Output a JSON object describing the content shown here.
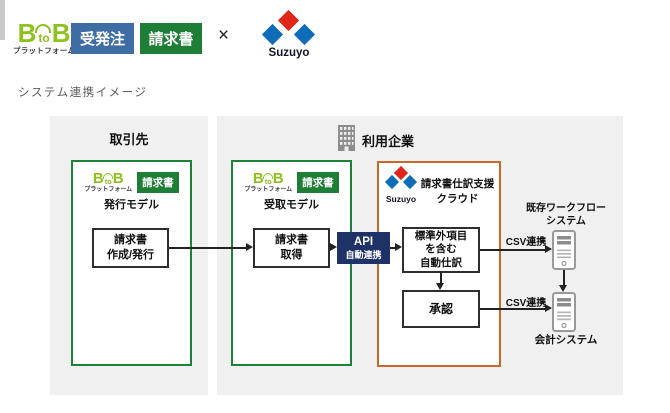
{
  "logo": {
    "b1": "B",
    "to": "to",
    "b2": "B",
    "sub": "プラットフォーム"
  },
  "suzuyo_brand": "Suzuyo",
  "header": {
    "orders_badge": "受発注",
    "invoice_badge": "請求書",
    "cross": "×"
  },
  "section_title": "システム連携イメージ",
  "partner": {
    "title": "取引先",
    "invoice_badge": "請求書",
    "model": "発行モデル",
    "box_line1": "請求書",
    "box_line2": "作成/発行"
  },
  "user": {
    "title": "利用企業"
  },
  "receive": {
    "invoice_badge": "請求書",
    "model": "受取モデル",
    "box_line1": "請求書",
    "box_line2": "取得"
  },
  "api": {
    "line1": "API",
    "line2": "自動連携"
  },
  "cloud": {
    "title_line1": "請求書仕訳支援",
    "title_line2": "クラウド",
    "auto_line1": "標準外項目",
    "auto_line2": "を含む",
    "auto_line3": "自動仕訳",
    "approval": "承認"
  },
  "external": {
    "csv_top": "CSV連携",
    "csv_bottom": "CSV連携",
    "workflow_line1": "既存ワークフロー",
    "workflow_line2": "システム",
    "accounting": "会計システム"
  },
  "colors": {
    "brand_green": "#8dc21e",
    "badge_green": "#1e7e35",
    "badge_blue": "#3e6da3",
    "border_green": "#1f8138",
    "border_orange": "#c8682a",
    "api_navy": "#1e3268",
    "suzuyo_red": "#e0251b",
    "suzuyo_blue": "#0e6cb8",
    "panel_gray": "#f0f0f0"
  }
}
